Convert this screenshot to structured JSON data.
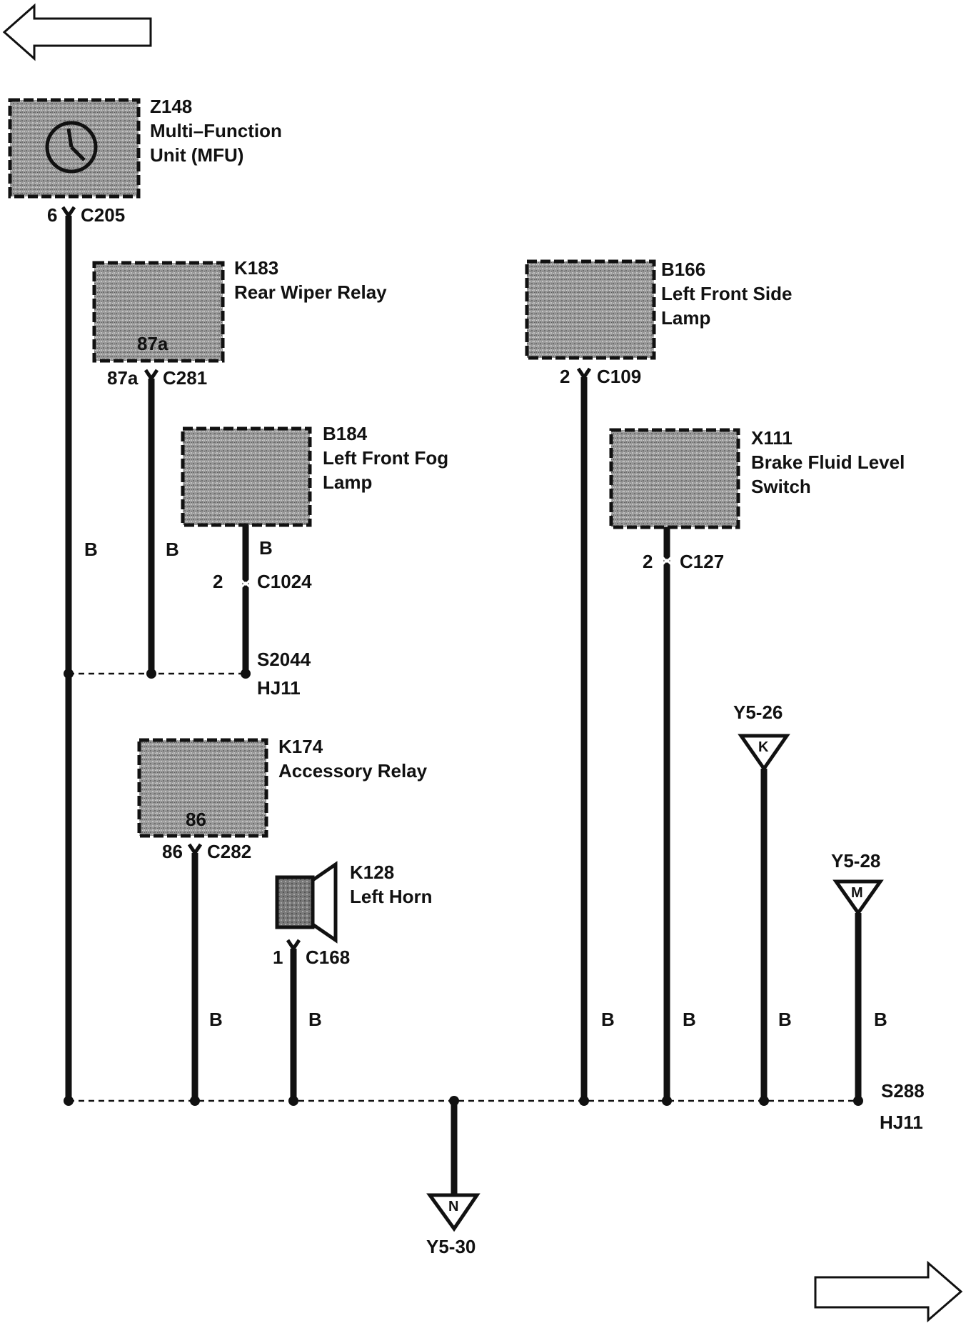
{
  "components": {
    "z148": {
      "code": "Z148",
      "line1": "Multi–Function",
      "line2": "Unit (MFU)",
      "pin": "6",
      "connector": "C205"
    },
    "k183": {
      "code": "K183",
      "line1": "Rear Wiper Relay",
      "inner": "87a",
      "pin": "87a",
      "connector": "C281"
    },
    "b184": {
      "code": "B184",
      "line1": "Left Front Fog",
      "line2": "Lamp",
      "pin": "2",
      "connector": "C1024"
    },
    "b166": {
      "code": "B166",
      "line1": "Left Front Side",
      "line2": "Lamp",
      "pin": "2",
      "connector": "C109"
    },
    "x111": {
      "code": "X111",
      "line1": "Brake Fluid Level",
      "line2": "Switch",
      "pin": "2",
      "connector": "C127"
    },
    "k174": {
      "code": "K174",
      "line1": "Accessory Relay",
      "inner": "86",
      "pin": "86",
      "connector": "C282"
    },
    "k128": {
      "code": "K128",
      "line1": "Left Horn",
      "pin": "1",
      "connector": "C168"
    }
  },
  "wire_color": "B",
  "splices": {
    "s2044": {
      "id": "S2044",
      "harness": "HJ11"
    },
    "s288": {
      "id": "S288",
      "harness": "HJ11"
    }
  },
  "references": {
    "y5_26": {
      "ref": "Y5-26",
      "letter": "K"
    },
    "y5_28": {
      "ref": "Y5-28",
      "letter": "M"
    },
    "y5_30": {
      "ref": "Y5-30",
      "letter": "N"
    }
  }
}
